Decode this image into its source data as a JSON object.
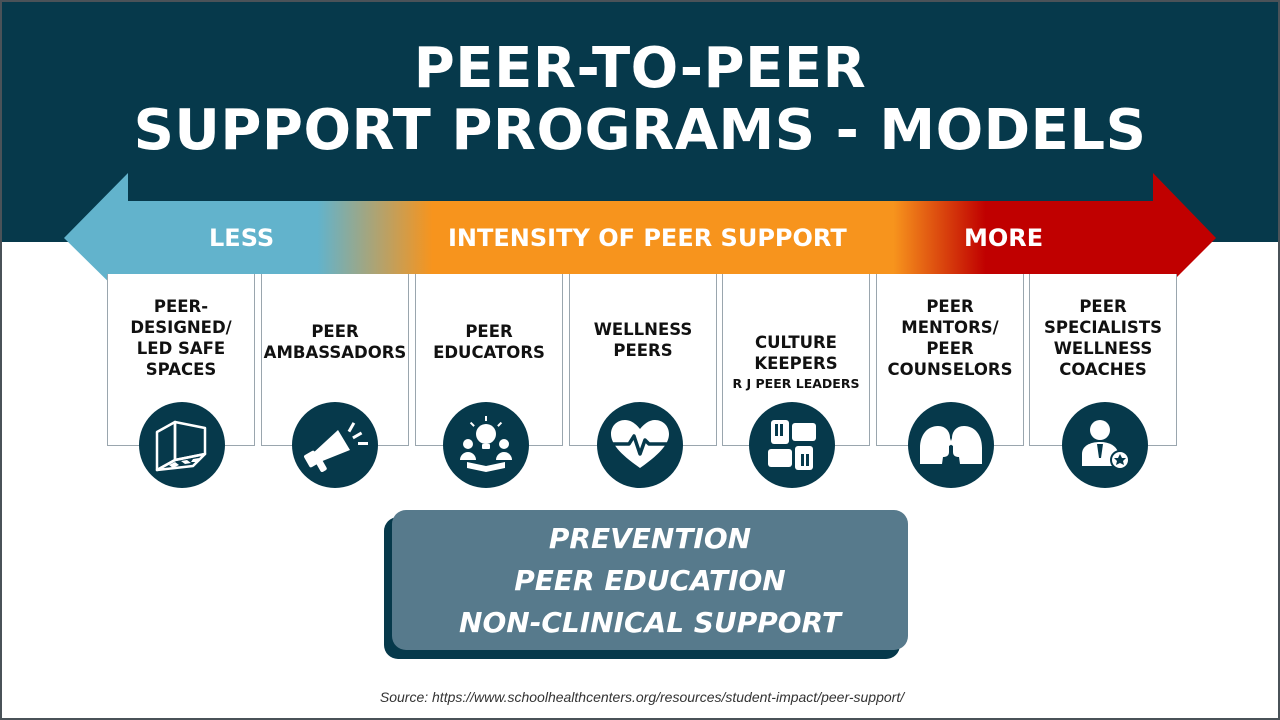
{
  "title": {
    "line1": "PEER-TO-PEER",
    "line2": "SUPPORT PROGRAMS - MODELS"
  },
  "arrow": {
    "left_label": "LESS",
    "center_label": "INTENSITY OF PEER SUPPORT",
    "right_label": "MORE",
    "colors": {
      "less": "#62b3cc",
      "mid": "#f7941d",
      "more": "#c00000"
    }
  },
  "models": [
    {
      "label": "PEER-\nDESIGNED/\nLED SAFE\nSPACES",
      "sublabel": "",
      "icon": "room-icon"
    },
    {
      "label": "PEER\nAMBASSADORS",
      "sublabel": "",
      "icon": "megaphone-icon"
    },
    {
      "label": "PEER\nEDUCATORS",
      "sublabel": "",
      "icon": "lightbulb-group-icon"
    },
    {
      "label": "WELLNESS\nPEERS",
      "sublabel": "",
      "icon": "heartbeat-icon"
    },
    {
      "label": "CULTURE\nKEEPERS",
      "sublabel": "R J PEER LEADERS",
      "icon": "joined-hands-icon"
    },
    {
      "label": "PEER\nMENTORS/\nPEER\nCOUNSELORS",
      "sublabel": "",
      "icon": "two-heads-icon"
    },
    {
      "label": "PEER\nSPECIALISTS\nWELLNESS\nCOACHES",
      "sublabel": "",
      "icon": "specialist-badge-icon"
    }
  ],
  "summary": {
    "line1": "PREVENTION",
    "line2": "PEER EDUCATION",
    "line3": "NON-CLINICAL SUPPORT"
  },
  "source": "Source: https://www.schoolhealthcenters.org/resources/student-impact/peer-support/",
  "colors": {
    "navy": "#06394b",
    "summary_box": "#577a8c"
  }
}
